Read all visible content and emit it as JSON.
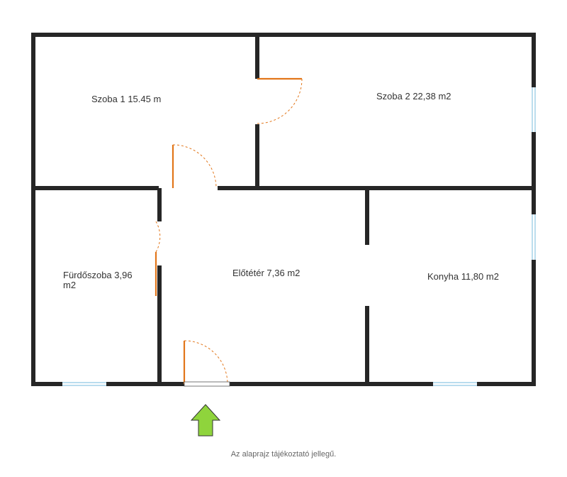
{
  "rooms": {
    "szoba1": "Szoba 1 15.45 m",
    "szoba2": "Szoba 2 22,38 m2",
    "furdoszoba_line1": "Fürdőszoba 3,96",
    "furdoszoba_line2": "m2",
    "eloteter": "Előtétér 7,36 m2",
    "konyha": "Konyha 11,80 m2"
  },
  "footnote": "Az alaprajz tájékoztató jellegű.",
  "colors": {
    "wall": "#262626",
    "door": "#e2761a",
    "window": "#8fc8e3",
    "entrance_arrow": "#8fd43c"
  },
  "icons": {
    "entrance": "up-arrow-icon"
  }
}
